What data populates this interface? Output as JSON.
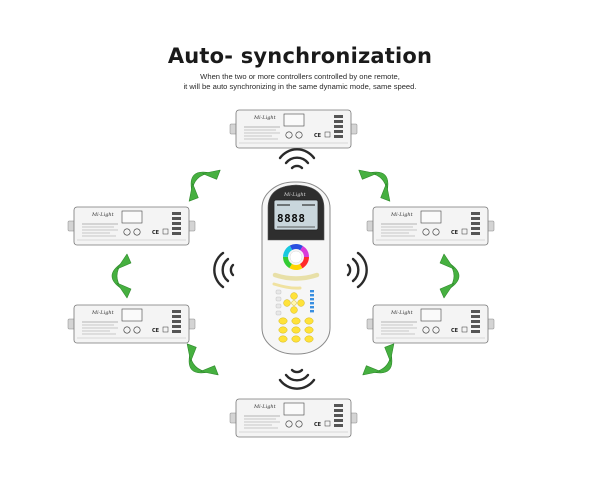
{
  "header": {
    "title": "Auto- synchronization",
    "line1": "When the two or more controllers controlled by one remote,",
    "line2": "it will be auto synchronizing in the same dynamic mode, same speed."
  },
  "controller": {
    "brand": "Mi·Light"
  },
  "remote": {
    "brand": "Mi·Light",
    "lcd_value": "8888"
  },
  "colors": {
    "arrow": "#46b040",
    "arrow_dark": "#2f8a2c",
    "waves": "#2a2a2a",
    "lcd": "#c9d6dc"
  },
  "icons": [
    "sync-arrow-icon",
    "signal-wave-icon",
    "color-wheel-icon"
  ]
}
